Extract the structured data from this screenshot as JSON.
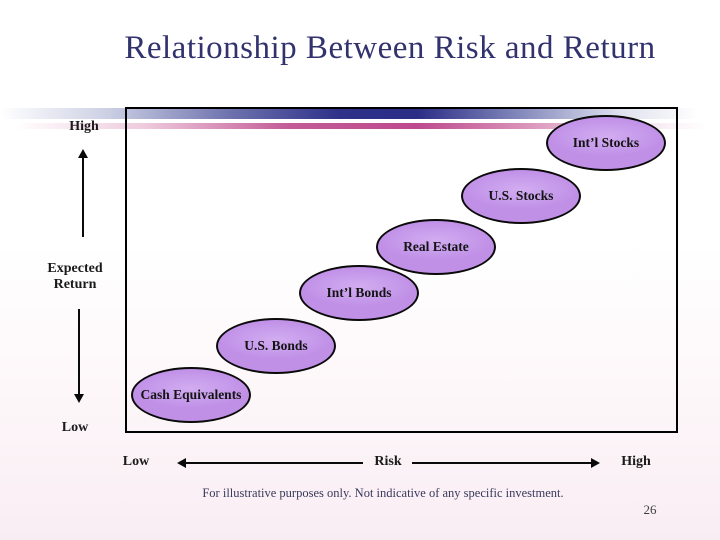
{
  "slide": {
    "title": "Relationship Between Risk and Return",
    "footnote": "For illustrative purposes only. Not indicative of any specific investment.",
    "page_number": "26"
  },
  "chart_data": {
    "type": "scatter",
    "title": "Relationship Between Risk and Return",
    "xlabel": "Risk",
    "ylabel": "Expected Return",
    "x_axis": {
      "left_label": "Low",
      "right_label": "High"
    },
    "y_axis": {
      "top_label": "High",
      "bottom_label": "Low"
    },
    "legend_position": "none",
    "grid": false,
    "points": [
      {
        "label": "Cash Equivalents",
        "risk_rank": 1,
        "expected_return_rank": 1
      },
      {
        "label": "U.S. Bonds",
        "risk_rank": 2,
        "expected_return_rank": 2
      },
      {
        "label": "Int’l Bonds",
        "risk_rank": 3,
        "expected_return_rank": 3
      },
      {
        "label": "Real Estate",
        "risk_rank": 4,
        "expected_return_rank": 4
      },
      {
        "label": "U.S. Stocks",
        "risk_rank": 5,
        "expected_return_rank": 5
      },
      {
        "label": "Int’l Stocks",
        "risk_rank": 6,
        "expected_return_rank": 6
      }
    ],
    "annotations": [
      "For illustrative purposes only. Not indicative of any specific investment."
    ],
    "colors": {
      "bubble_fill": "#c79cec",
      "bubble_border": "#0a0a0a",
      "title_text": "#32326e",
      "stripe_blue": "#2e3189",
      "stripe_pink": "#bd4a8e"
    }
  }
}
